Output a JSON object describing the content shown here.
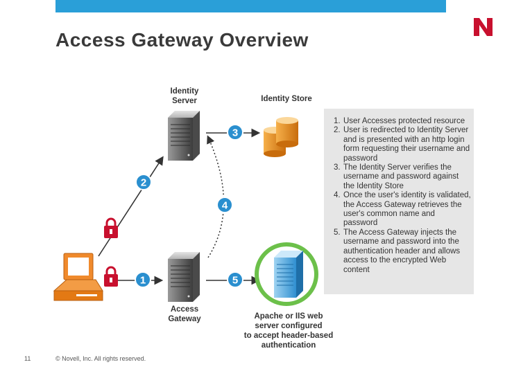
{
  "title": "Access Gateway Overview",
  "labels": {
    "identity_server": [
      "Identity",
      "Server"
    ],
    "identity_store": "Identity Store",
    "access_gateway": [
      "Access",
      "Gateway"
    ],
    "web_server": [
      "Apache or IIS web",
      "server configured",
      "to accept header-based",
      "authentication"
    ]
  },
  "badges": [
    "1",
    "2",
    "3",
    "4",
    "5"
  ],
  "steps": [
    {
      "num": "1.",
      "text": "User Accesses protected resource"
    },
    {
      "num": "2.",
      "text": "User is redirected to Identity Server and is presented with an http login form requesting their username and password"
    },
    {
      "num": "3.",
      "text": "The Identity Server verifies the username and password against the Identity Store"
    },
    {
      "num": "4.",
      "text": "Once the user's identity is validated, the Access Gateway retrieves the user's common name and password"
    },
    {
      "num": "5.",
      "text": "The Access Gateway injects the username and password into the authentication header and allows access to the encrypted Web content"
    }
  ],
  "footer": "© Novell, Inc.  All rights reserved.",
  "page_number": "11",
  "colors": {
    "topbar": "#2a9fd8",
    "badge": "#2a8fcf",
    "lock": "#c8102e",
    "logo": "#c8102e",
    "storage": "#e8961e",
    "web_server_halo": "#6cc04a",
    "computer": "#f08a2c"
  }
}
